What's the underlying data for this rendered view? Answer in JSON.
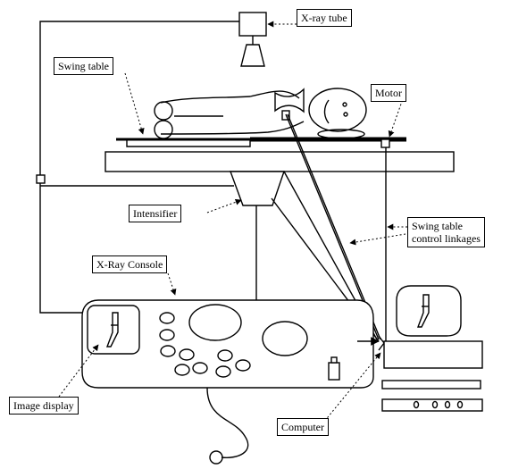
{
  "labels": {
    "xray_tube": "X-ray tube",
    "swing_table": "Swing table",
    "motor": "Motor",
    "intensifier": "Intensifier",
    "swing_table_control_line1": "Swing table",
    "swing_table_control_line2": "control linkages",
    "xray_console": "X-Ray Console",
    "image_display": "Image display",
    "computer": "Computer"
  }
}
